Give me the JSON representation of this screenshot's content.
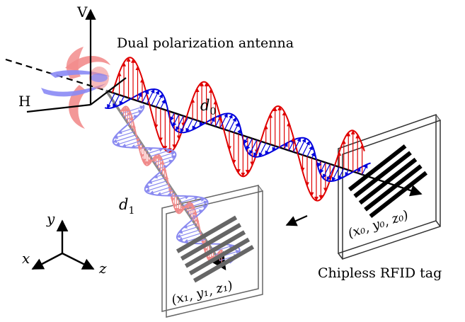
{
  "labels": {
    "antenna": "Dual polarization antenna",
    "tag": "Chipless RFID tag",
    "v_axis": "V",
    "h_axis": "H",
    "d0": "d",
    "d0_sub": "0",
    "d1": "d",
    "d1_sub": "1",
    "y_axis": "y",
    "x_axis": "x",
    "z_axis": "z",
    "pos0": "(x₀, y₀, z₀)",
    "pos1": "(x₁, y₁, z₁)"
  },
  "colors": {
    "vertical_wave": "#e00000",
    "horizontal_wave": "#0000dd",
    "vertical_wave_faded": "#f08a8a",
    "horizontal_wave_faded": "#8a8af0",
    "antenna_red": "#f28c8c",
    "antenna_blue": "#8a8af5",
    "tag_strip_primary": "#000000",
    "tag_strip_secondary": "#666666"
  }
}
